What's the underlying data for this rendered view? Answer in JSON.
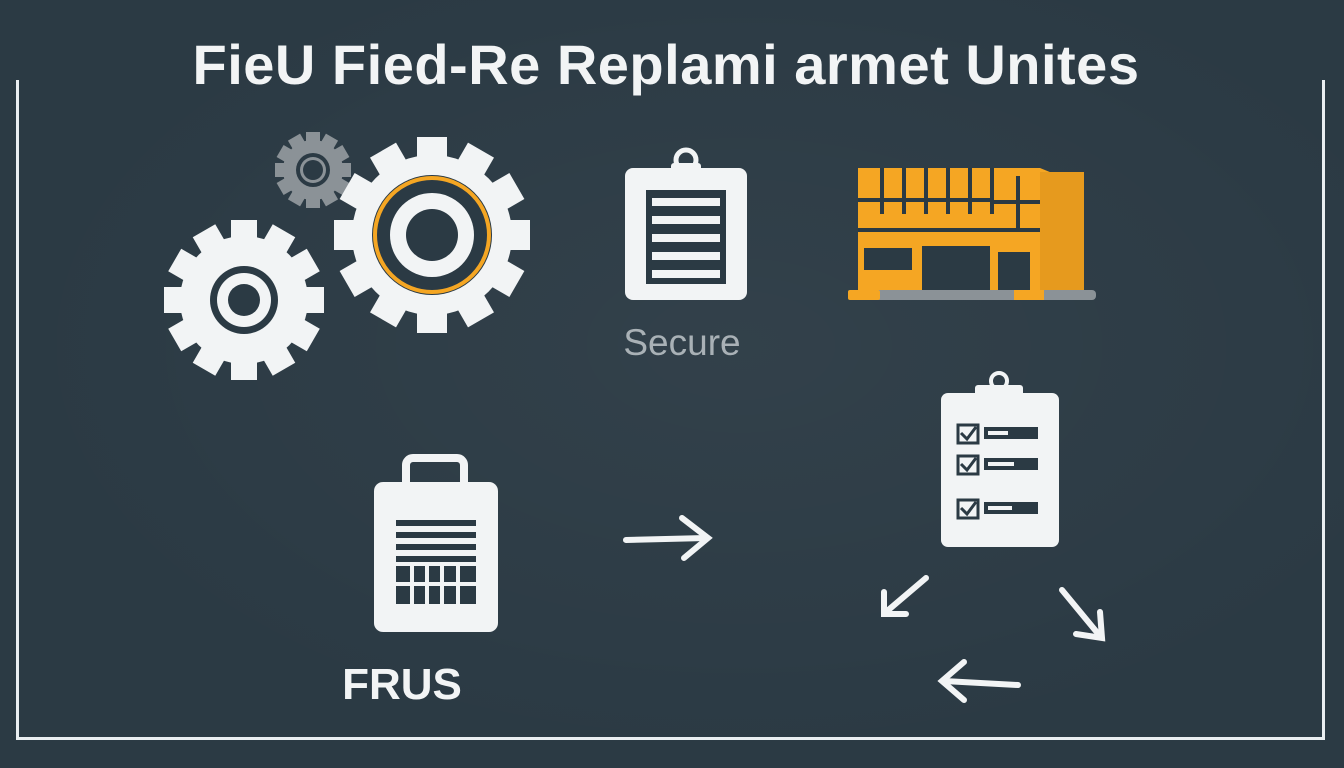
{
  "title": "FieU Fied-Re Replami armet Unites",
  "labels": {
    "secure": "Secure",
    "frus": "FRUS"
  },
  "colors": {
    "background": "#2b3a44",
    "foreground": "#f2f4f5",
    "accent": "#f5a623",
    "muted": "#8b9297"
  },
  "icons": [
    "gears-icon",
    "clipboard-icon",
    "warehouse-icon",
    "checklist-clipboard-icon",
    "calculator-bag-icon",
    "arrow-right-icon",
    "cycle-arrows-icon"
  ]
}
